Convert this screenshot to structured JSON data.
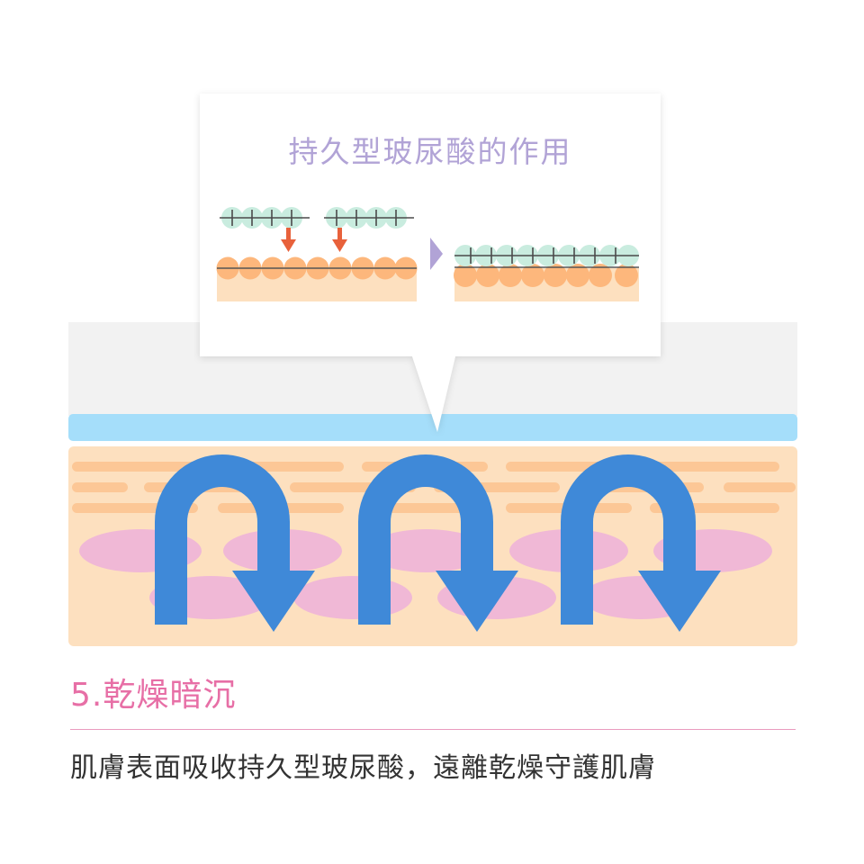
{
  "callout": {
    "title": "持久型玻尿酸的作用"
  },
  "section": {
    "title": "5.乾燥暗沉",
    "description": "肌膚表面吸收持久型玻尿酸，遠離乾燥守護肌膚"
  },
  "colors": {
    "pink": "#e76fa6",
    "lavender": "#b1a3d6",
    "arrow_blue": "#3f89d8",
    "top_layer_blue": "#a5defa",
    "skin": "#fde0bf",
    "skin_cells": "#fdb77c",
    "pink_cells": "#f0b8d6",
    "mint_molecule": "#c9ecdf",
    "down_arrow": "#e8613b"
  }
}
